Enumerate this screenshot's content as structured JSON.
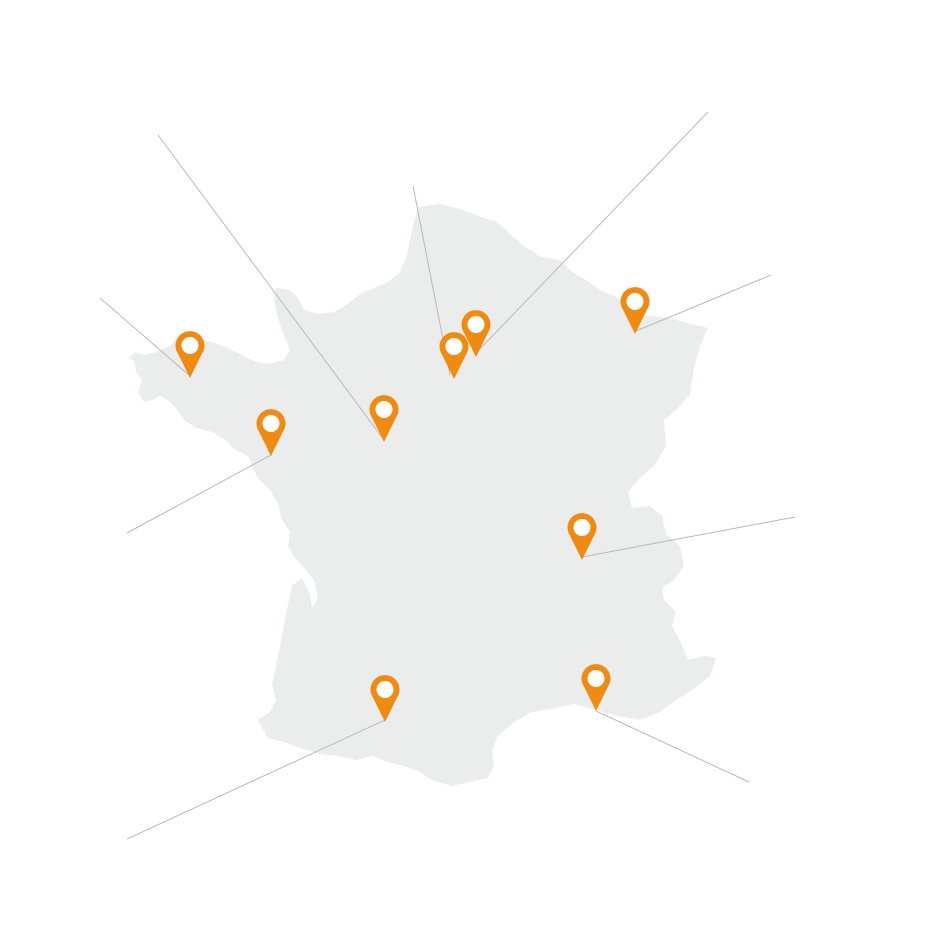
{
  "map": {
    "region_color": "#ebecec",
    "pin_color": "#f08a10",
    "pin_inner_color": "#ffffff",
    "leader_color": "#b9b9b9",
    "pins": [
      {
        "id": "brittany"
      },
      {
        "id": "nantes"
      },
      {
        "id": "le-mans"
      },
      {
        "id": "paris-west"
      },
      {
        "id": "paris-east"
      },
      {
        "id": "strasbourg"
      },
      {
        "id": "lyon"
      },
      {
        "id": "toulouse"
      },
      {
        "id": "marseille"
      }
    ]
  }
}
